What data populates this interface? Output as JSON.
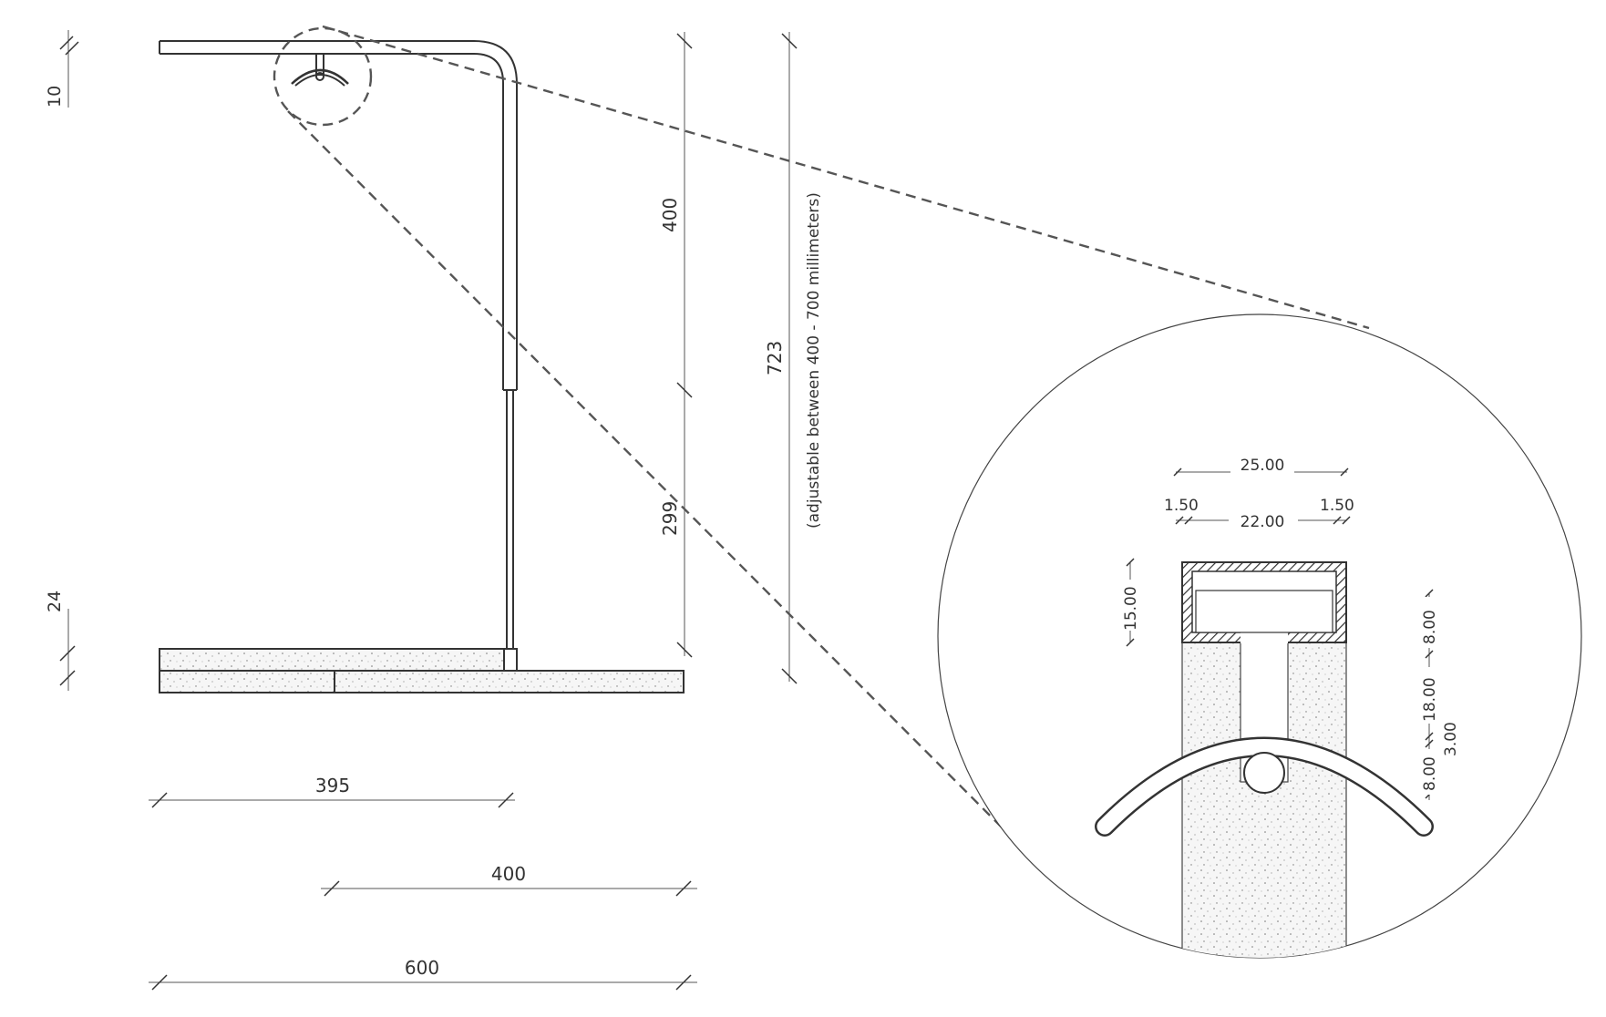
{
  "drawing": {
    "stroke_color": "#333333",
    "background": "#ffffff",
    "concrete_fill": "#f4f4f4"
  },
  "dimensions": {
    "top_thickness": "10",
    "base_thickness": "24",
    "upper_height": "400",
    "lower_height": "299",
    "total_height": "723",
    "adjustable_note": "(adjustable between 400 - 700 millimeters)",
    "arm_width": "395",
    "base_right_width": "400",
    "total_width": "600"
  },
  "detail": {
    "outer_width": "25.00",
    "wall_left": "1.50",
    "inner_width": "22.00",
    "wall_right": "1.50",
    "profile_height": "15.00",
    "top_gap": "8.00",
    "slot_height": "18.00",
    "bottom_gap": "8.00",
    "rod_size": "3.00"
  }
}
